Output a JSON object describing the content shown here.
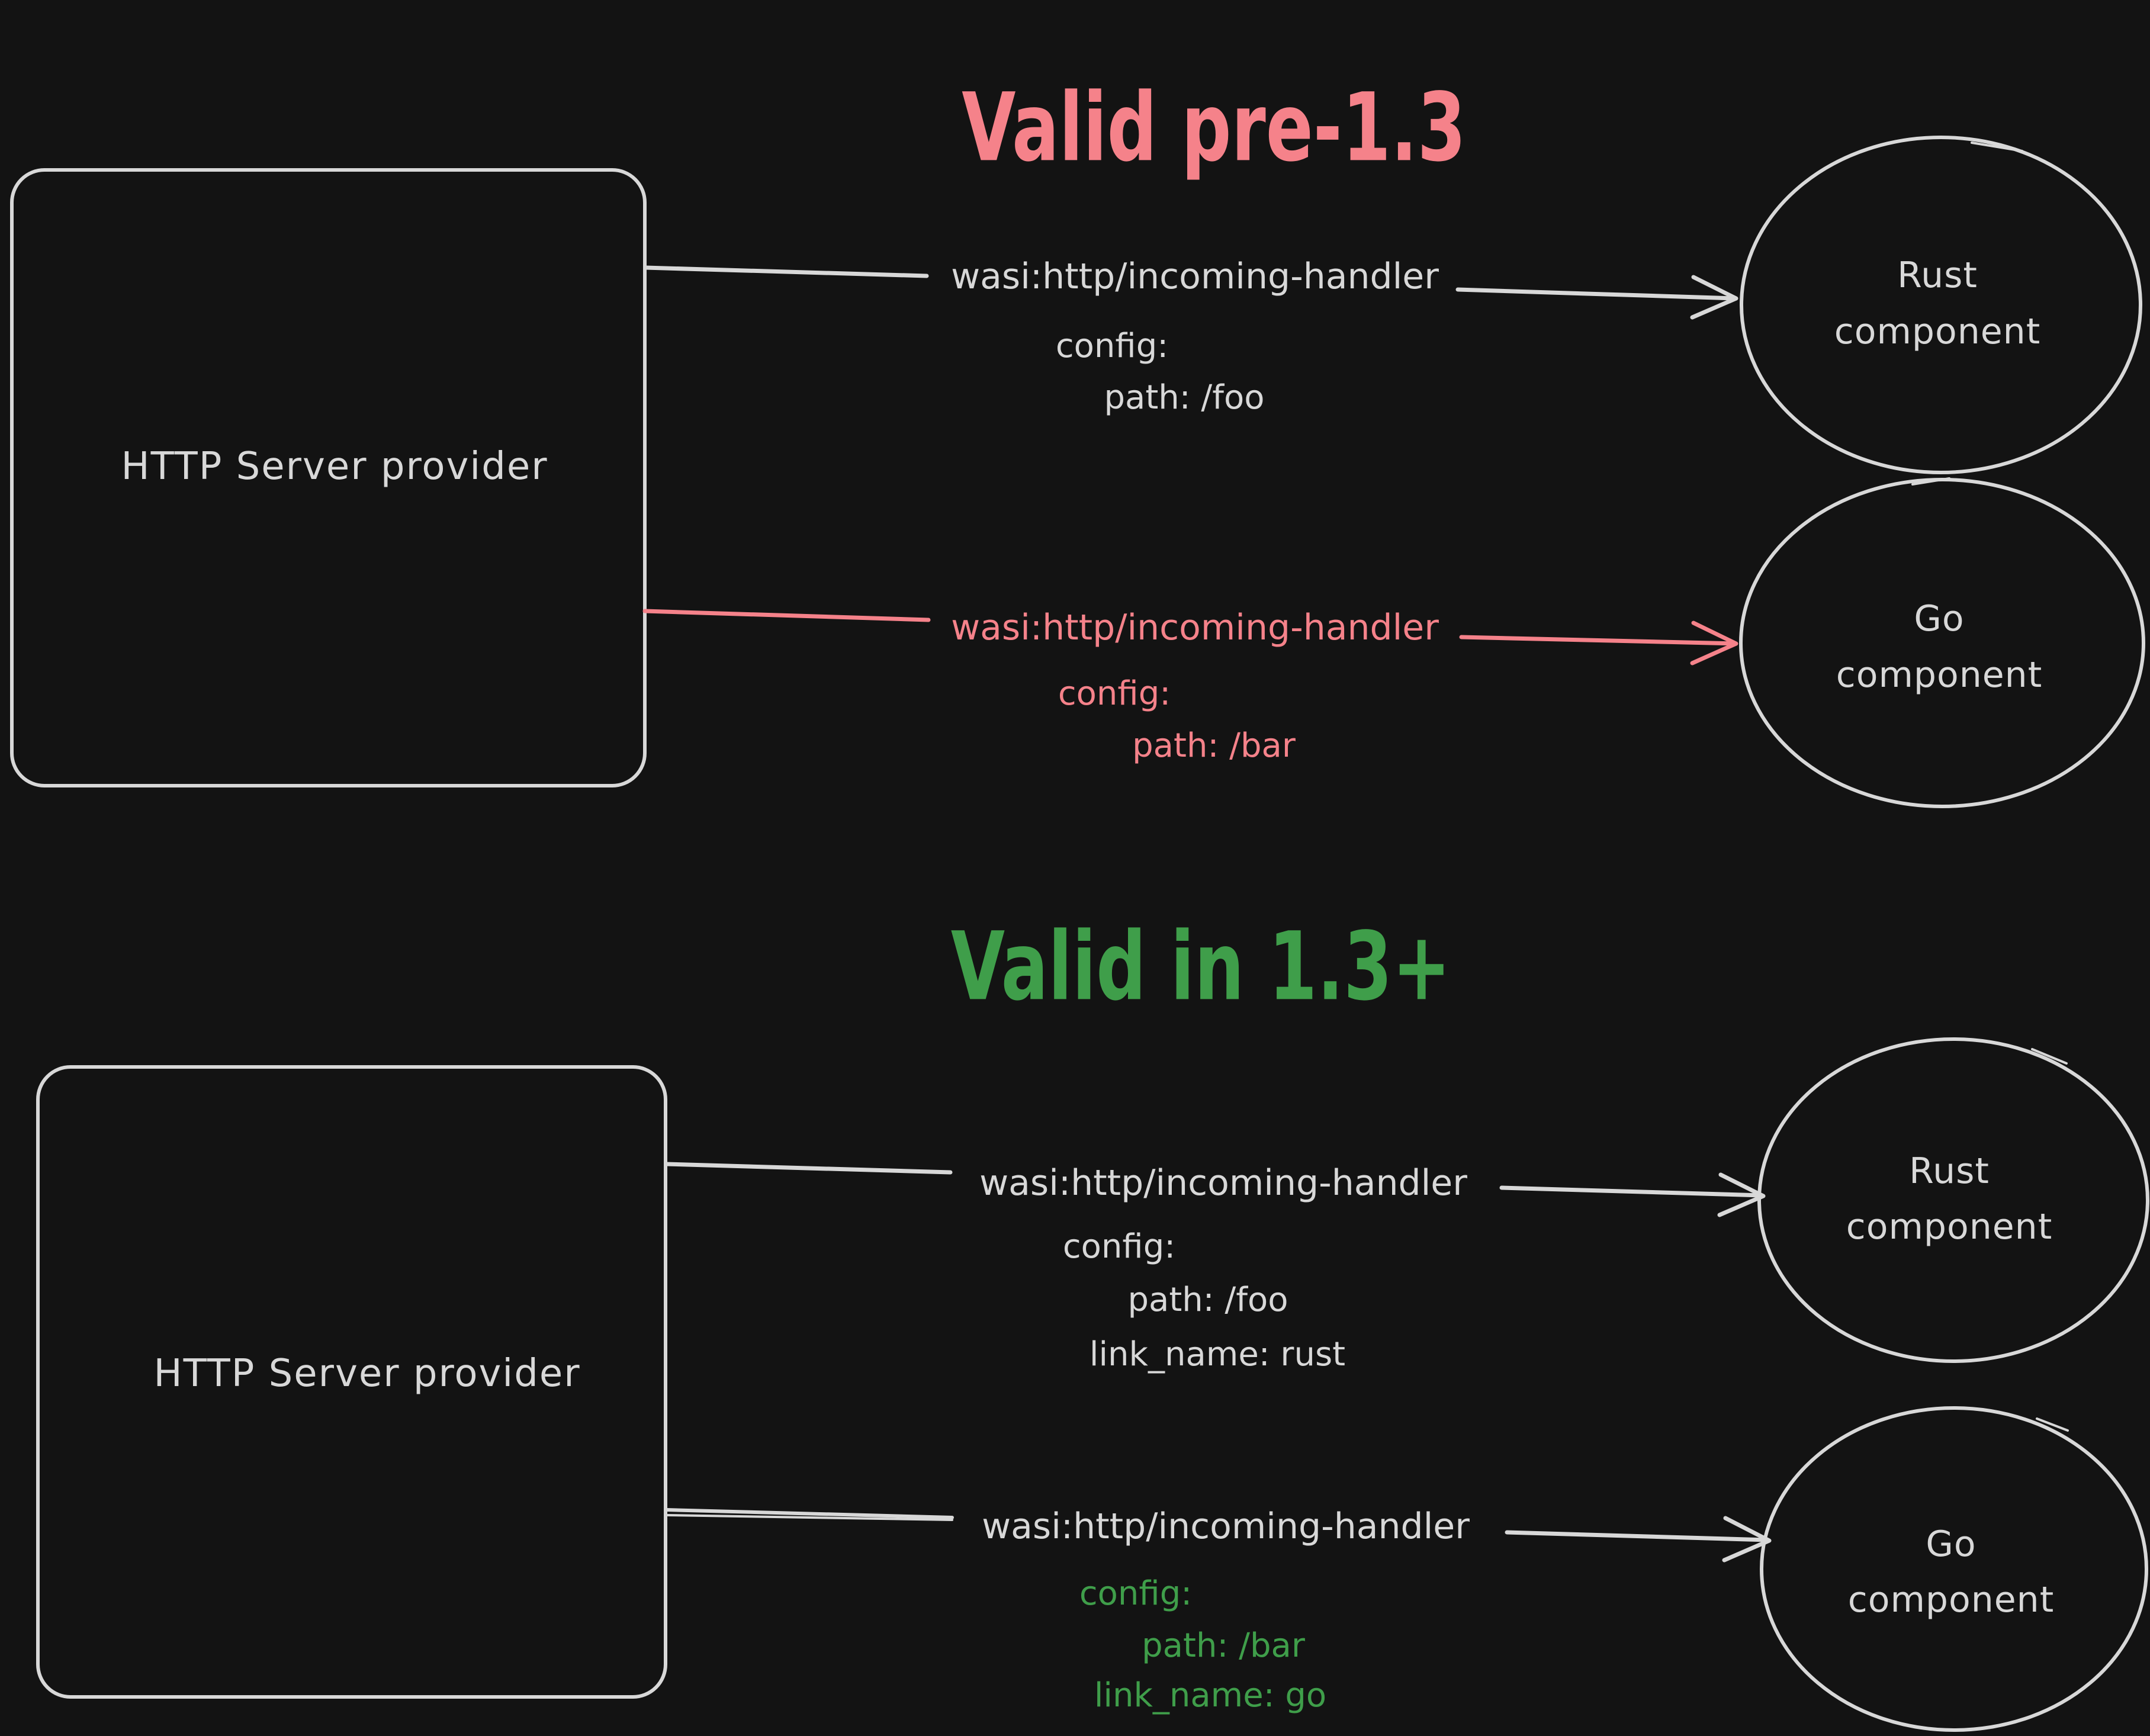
{
  "colors": {
    "background": "#131313",
    "ink": "#d8d8d8",
    "red": "#f5828a",
    "green": "#3f9e4a"
  },
  "top": {
    "title": "Valid pre-1.3",
    "provider_label": "HTTP Server provider",
    "link_rust": {
      "interface": "wasi:http/incoming-handler",
      "config": "config:",
      "path": "path: /foo"
    },
    "link_go": {
      "interface": "wasi:http/incoming-handler",
      "config": "config:",
      "path": "path: /bar"
    },
    "node_rust": [
      "Rust",
      "component"
    ],
    "node_go": [
      "Go",
      "component"
    ]
  },
  "bottom": {
    "title": "Valid in 1.3+",
    "provider_label": "HTTP Server provider",
    "link_rust": {
      "interface": "wasi:http/incoming-handler",
      "config": "config:",
      "path": "path: /foo",
      "link_name": "link_name: rust"
    },
    "link_go": {
      "interface": "wasi:http/incoming-handler",
      "config": "config:",
      "path": "path: /bar",
      "link_name": "link_name: go"
    },
    "node_rust": [
      "Rust",
      "component"
    ],
    "node_go": [
      "Go",
      "component"
    ]
  }
}
